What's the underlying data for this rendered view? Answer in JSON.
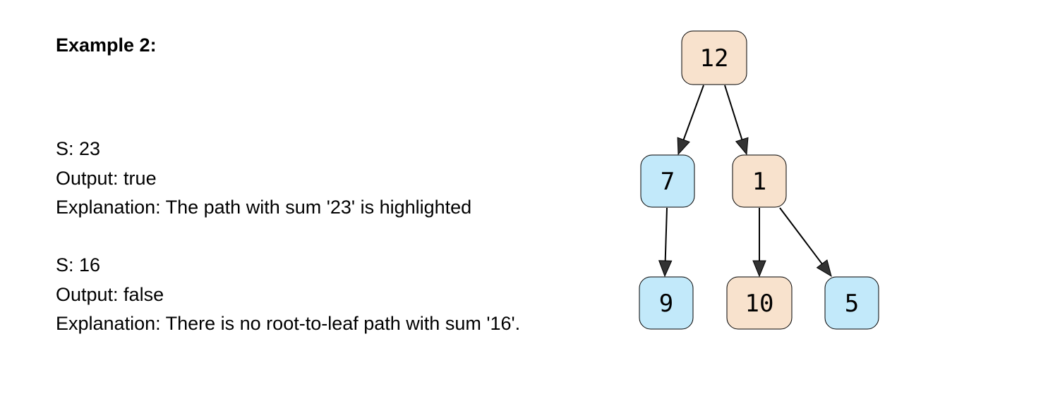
{
  "heading": "Example 2:",
  "examples": [
    {
      "s_line": "S: 23",
      "output_line": "Output: true",
      "explanation_line": "Explanation: The path with sum '23' is highlighted"
    },
    {
      "s_line": "S: 16",
      "output_line": "Output: false",
      "explanation_line": "Explanation: There is no root-to-leaf path with sum '16'."
    }
  ],
  "colors": {
    "highlighted": "#f8e2cd",
    "normal": "#c2e9fa",
    "edge": "#000000",
    "arrowhead": "#333333"
  },
  "tree": {
    "nodes": [
      {
        "id": "n12",
        "label": "12",
        "highlighted": true
      },
      {
        "id": "n7",
        "label": "7",
        "highlighted": false
      },
      {
        "id": "n1",
        "label": "1",
        "highlighted": true
      },
      {
        "id": "n9",
        "label": "9",
        "highlighted": false
      },
      {
        "id": "n10",
        "label": "10",
        "highlighted": true
      },
      {
        "id": "n5",
        "label": "5",
        "highlighted": false
      }
    ],
    "edges": [
      {
        "from": "n12",
        "to": "n7"
      },
      {
        "from": "n12",
        "to": "n1"
      },
      {
        "from": "n7",
        "to": "n9"
      },
      {
        "from": "n1",
        "to": "n10"
      },
      {
        "from": "n1",
        "to": "n5"
      }
    ]
  }
}
